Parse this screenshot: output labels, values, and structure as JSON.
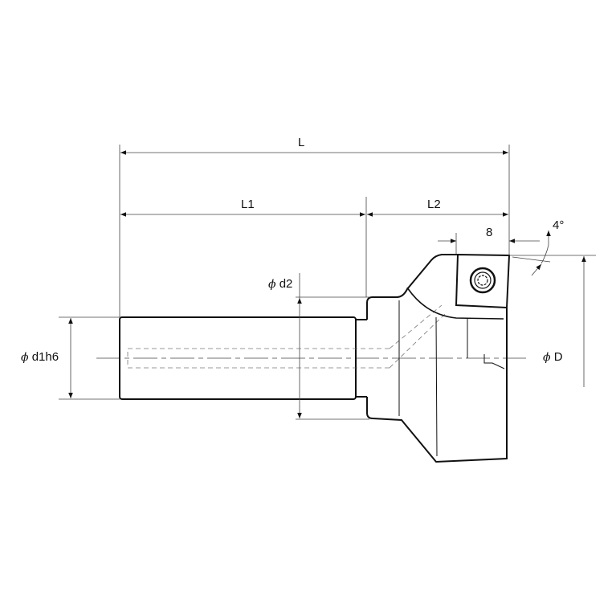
{
  "labels": {
    "L": "L",
    "L1": "L1",
    "L2": "L2",
    "insert_width": "8",
    "angle": "4°",
    "d2": "d2",
    "d1h6": "d1h6",
    "D": "D",
    "phi": "ϕ"
  },
  "colors": {
    "line": "#111111",
    "thin": "#555555",
    "hidden": "#777777"
  }
}
